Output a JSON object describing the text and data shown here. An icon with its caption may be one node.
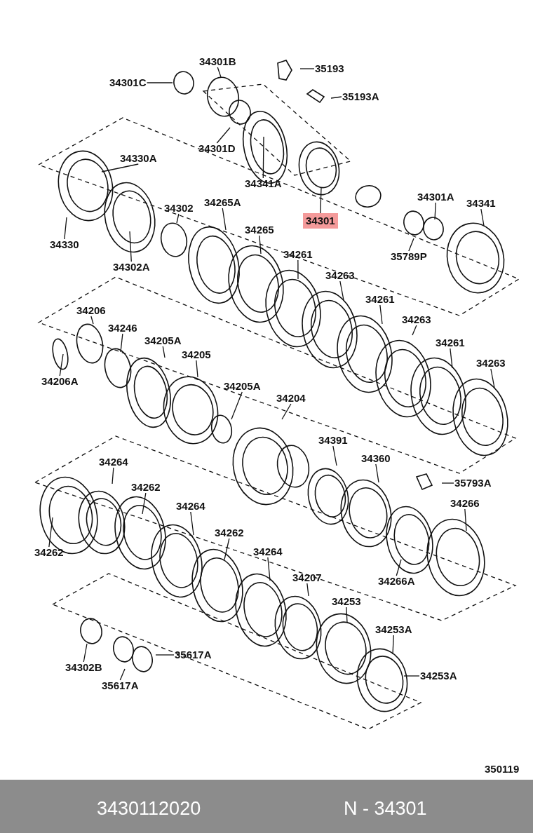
{
  "diagram": {
    "nodes": [
      {
        "text": [
          "34301B"
        ]
      },
      {
        "text": [
          "35193"
        ]
      },
      {
        "text": [
          "34301C"
        ]
      },
      {
        "text": [
          "35193A"
        ]
      },
      {
        "text": [
          "34301D"
        ]
      },
      {
        "text": [
          "34330A"
        ]
      },
      {
        "text": [
          "34341A"
        ]
      },
      {
        "text": [
          "34302"
        ]
      },
      {
        "text": [
          "34265A"
        ]
      },
      {
        "text": [
          "34301A"
        ]
      },
      {
        "text": [
          "34341"
        ]
      },
      {
        "text": [
          "34301"
        ]
      },
      {
        "text": [
          "34330"
        ]
      },
      {
        "text": [
          "34265"
        ]
      },
      {
        "text": [
          "34302A"
        ]
      },
      {
        "text": [
          "35789P"
        ]
      },
      {
        "text": [
          "34261"
        ]
      },
      {
        "text": [
          "34263"
        ]
      },
      {
        "text": [
          "34261"
        ]
      },
      {
        "text": [
          "34206"
        ]
      },
      {
        "text": [
          "34246"
        ]
      },
      {
        "text": [
          "34263"
        ]
      },
      {
        "text": [
          "34205A"
        ]
      },
      {
        "text": [
          "34261"
        ]
      },
      {
        "text": [
          "34205"
        ]
      },
      {
        "text": [
          "34206A"
        ]
      },
      {
        "text": [
          "34263"
        ]
      },
      {
        "text": [
          "34205A"
        ]
      },
      {
        "text": [
          "34204"
        ]
      },
      {
        "text": [
          "34391"
        ]
      },
      {
        "text": [
          "34360"
        ]
      },
      {
        "text": [
          "34264"
        ]
      },
      {
        "text": [
          "35793A"
        ]
      },
      {
        "text": [
          "34262"
        ]
      },
      {
        "text": [
          "34266"
        ]
      },
      {
        "text": [
          "34264"
        ]
      },
      {
        "text": [
          "34262"
        ]
      },
      {
        "text": [
          "34262"
        ]
      },
      {
        "text": [
          "34264"
        ]
      },
      {
        "text": [
          "34266A"
        ]
      },
      {
        "text": [
          "34207"
        ]
      },
      {
        "text": [
          "34253"
        ]
      },
      {
        "text": [
          "34253A"
        ]
      },
      {
        "text": [
          "35617A"
        ]
      },
      {
        "text": [
          "34302B"
        ]
      },
      {
        "text": [
          "34253A"
        ]
      },
      {
        "text": [
          "35617A"
        ]
      }
    ],
    "edges": [
      {
        "from": 0,
        "to": null,
        "arrow": "none"
      },
      {
        "from": 1,
        "to": null,
        "arrow": "none"
      },
      {
        "from": 2,
        "to": null,
        "arrow": "none"
      },
      {
        "from": 3,
        "to": null,
        "arrow": "none"
      },
      {
        "from": 4,
        "to": null,
        "arrow": "none"
      },
      {
        "from": 5,
        "to": null,
        "arrow": "none"
      },
      {
        "from": 6,
        "to": null,
        "arrow": "none"
      },
      {
        "from": 7,
        "to": null,
        "arrow": "none"
      },
      {
        "from": 8,
        "to": null,
        "arrow": "none"
      },
      {
        "from": 9,
        "to": null,
        "arrow": "none"
      },
      {
        "from": 10,
        "to": null,
        "arrow": "none"
      },
      {
        "from": 11,
        "to": null,
        "arrow": "none"
      },
      {
        "from": 12,
        "to": null,
        "arrow": "none"
      },
      {
        "from": 13,
        "to": null,
        "arrow": "none"
      },
      {
        "from": 14,
        "to": null,
        "arrow": "none"
      },
      {
        "from": 15,
        "to": null,
        "arrow": "none"
      },
      {
        "from": 16,
        "to": null,
        "arrow": "none"
      },
      {
        "from": 17,
        "to": null,
        "arrow": "none"
      },
      {
        "from": 18,
        "to": null,
        "arrow": "none"
      },
      {
        "from": 19,
        "to": null,
        "arrow": "none"
      },
      {
        "from": 20,
        "to": null,
        "arrow": "none"
      },
      {
        "from": 21,
        "to": null,
        "arrow": "none"
      },
      {
        "from": 22,
        "to": null,
        "arrow": "none"
      },
      {
        "from": 23,
        "to": null,
        "arrow": "none"
      },
      {
        "from": 24,
        "to": null,
        "arrow": "none"
      },
      {
        "from": 25,
        "to": null,
        "arrow": "none"
      },
      {
        "from": 26,
        "to": null,
        "arrow": "none"
      },
      {
        "from": 27,
        "to": null,
        "arrow": "none"
      },
      {
        "from": 28,
        "to": null,
        "arrow": "none"
      },
      {
        "from": 29,
        "to": null,
        "arrow": "none"
      },
      {
        "from": 30,
        "to": null,
        "arrow": "none"
      },
      {
        "from": 31,
        "to": null,
        "arrow": "none"
      },
      {
        "from": 32,
        "to": null,
        "arrow": "none"
      },
      {
        "from": 33,
        "to": null,
        "arrow": "none"
      },
      {
        "from": 34,
        "to": null,
        "arrow": "none"
      },
      {
        "from": 35,
        "to": null,
        "arrow": "none"
      },
      {
        "from": 36,
        "to": null,
        "arrow": "none"
      },
      {
        "from": 37,
        "to": null,
        "arrow": "none"
      },
      {
        "from": 38,
        "to": null,
        "arrow": "none"
      },
      {
        "from": 39,
        "to": null,
        "arrow": "none"
      },
      {
        "from": 40,
        "to": null,
        "arrow": "none"
      },
      {
        "from": 41,
        "to": null,
        "arrow": "none"
      },
      {
        "from": 42,
        "to": null,
        "arrow": "none"
      },
      {
        "from": 43,
        "to": null,
        "arrow": "none"
      },
      {
        "from": 44,
        "to": null,
        "arrow": "none"
      },
      {
        "from": 45,
        "to": null,
        "arrow": "none"
      },
      {
        "from": 46,
        "to": null,
        "arrow": "none"
      }
    ],
    "labels": [
      "350119",
      "3430112020",
      "N - 34301"
    ]
  }
}
